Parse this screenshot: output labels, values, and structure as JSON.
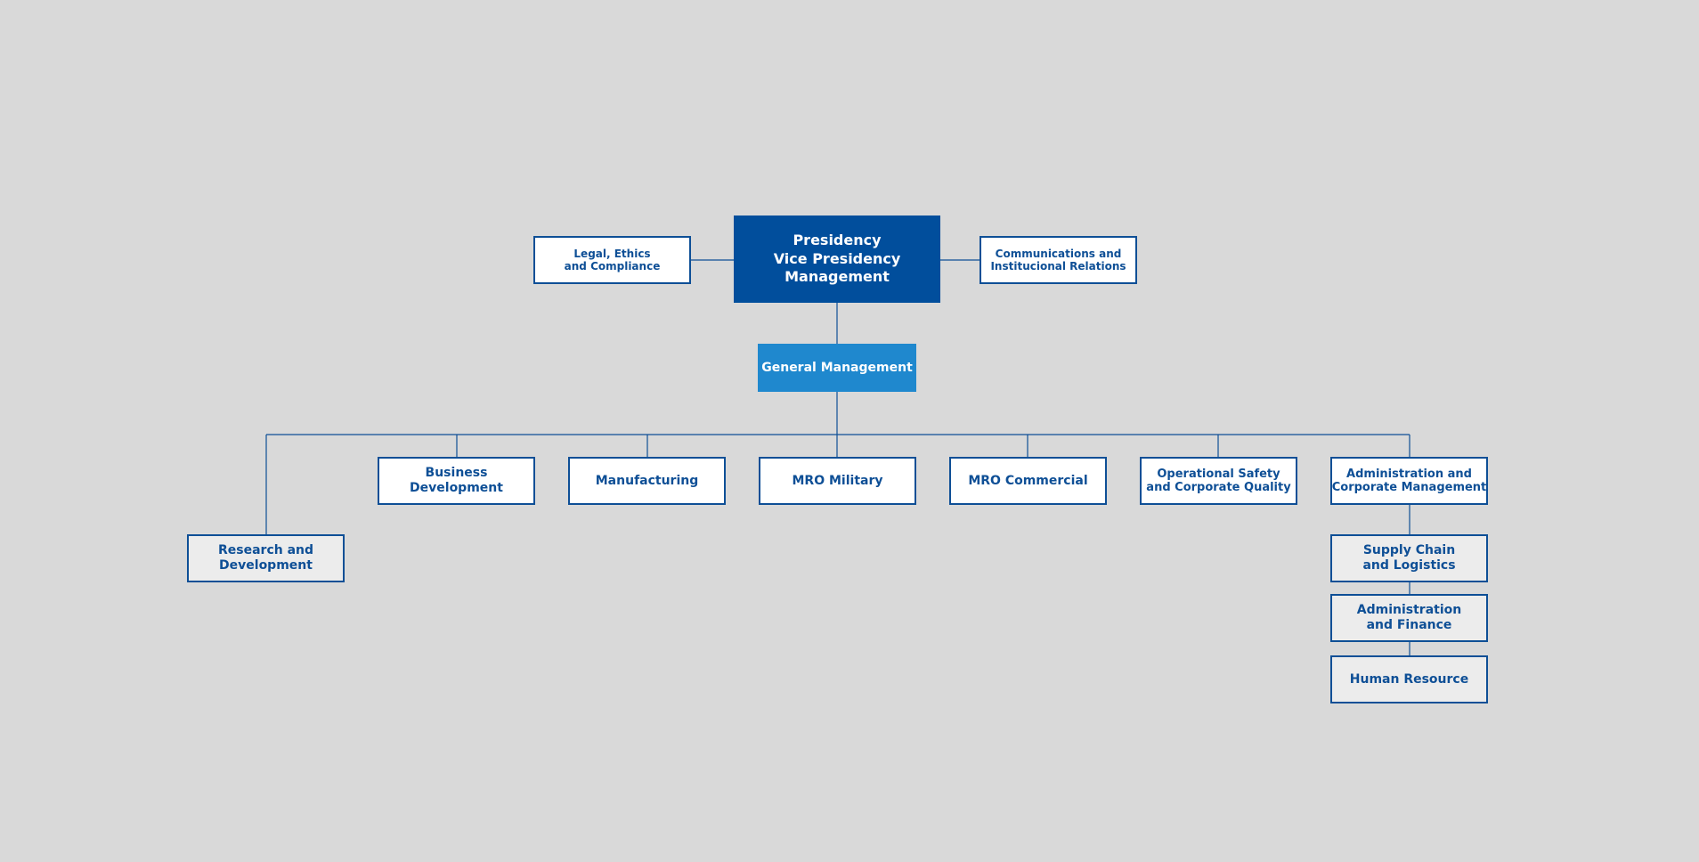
{
  "colors": {
    "background": "#d9d9d9",
    "primary_dark": "#014e9c",
    "primary_light": "#1f88ce",
    "border": "#0e4f96",
    "box_white": "#ffffff",
    "box_grey": "#ececec"
  },
  "top": {
    "presidency": [
      "Presidency",
      "Vice Presidency",
      "Management"
    ],
    "legal": [
      "Legal, Ethics",
      "and Compliance"
    ],
    "communications": [
      "Communications and",
      "Institucional Relations"
    ]
  },
  "general": {
    "label": "General Management"
  },
  "departments": {
    "research": [
      "Research and",
      "Development"
    ],
    "business": [
      "Business",
      "Development"
    ],
    "manufacturing": [
      "Manufacturing"
    ],
    "mro_military": [
      "MRO Military"
    ],
    "mro_commercial": [
      "MRO Commercial"
    ],
    "ops_safety": [
      "Operational Safety",
      "and Corporate Quality"
    ],
    "admin_corp": [
      "Administration and",
      "Corporate Management"
    ]
  },
  "admin_sub": {
    "supply_chain": [
      "Supply Chain",
      "and Logistics"
    ],
    "admin_finance": [
      "Administration",
      "and Finance"
    ],
    "human_resource": [
      "Human Resource"
    ]
  }
}
